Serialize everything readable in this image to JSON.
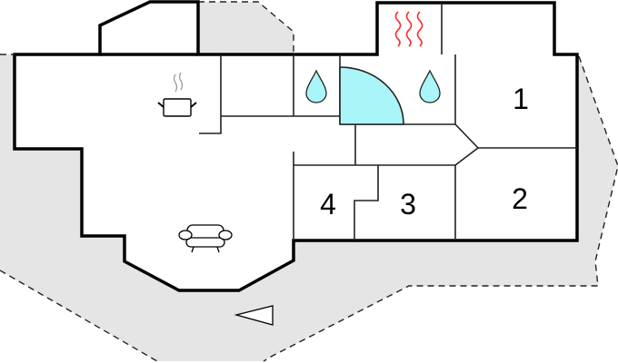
{
  "title": "Floor plan",
  "rooms": [
    {
      "label": "1"
    },
    {
      "label": "2"
    },
    {
      "label": "3"
    },
    {
      "label": "4"
    }
  ],
  "icons": [
    "kitchen-pot-icon",
    "living-sofa-icon",
    "bathroom-drop-icon",
    "bathroom-drop-icon",
    "sauna-heat-icon",
    "entrance-arrow-icon"
  ],
  "colors": {
    "terrace": "#e5e5e5",
    "water": "#aaf5f8",
    "heat": "#ff2a2a",
    "walls": "#000000"
  }
}
